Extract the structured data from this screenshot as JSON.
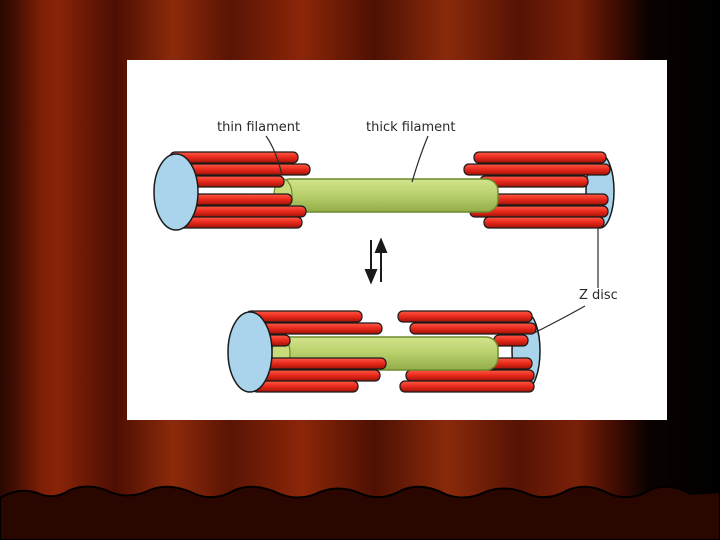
{
  "slide": {
    "background_colors": {
      "curtain_red": "#7a1c05",
      "curtain_dark": "#3a0a02",
      "shadow": "#000000",
      "panel": "#ffffff"
    }
  },
  "figure": {
    "labels": {
      "thin_filament": "thin filament",
      "thick_filament": "thick filament",
      "z_disc": "Z disc"
    },
    "colors": {
      "thin_filament": "#e8281c",
      "thin_filament_dark": "#b01408",
      "thick_filament": "#b7cf6a",
      "thick_filament_edge": "#6e8a2c",
      "z_disc": "#a9d4ec",
      "outline": "#1a1a1a"
    },
    "contraction_arrows": {
      "down": "arrow-down-icon",
      "up": "arrow-up-icon"
    }
  }
}
